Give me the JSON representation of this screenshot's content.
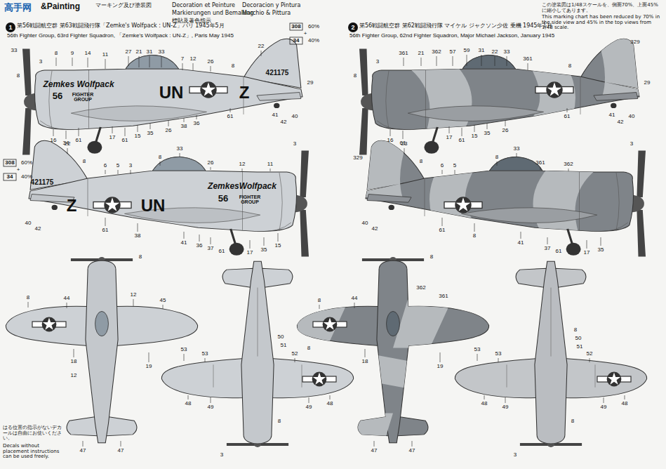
{
  "diagram": {
    "title": "&Painting",
    "nodes": [
      {
        "text": [
          "1"
        ]
      },
      {
        "text": [
          "2"
        ]
      }
    ],
    "labels": [
      "高手网",
      "マーキング及び塗装図",
      "Decoration et Peinture",
      "Decoracion y Pintura",
      "Markierungen und Bemalung",
      "Marchio & Pittura",
      "標貼及著色指示",
      "第56戦闘航空群 第63戦闘飛行隊「Zemke's Wolfpack : UN-Z」パリ 1945年5月",
      "56th Fighter Group, 63rd Fighter Squadron, 「Zemke's Wolfpack : UN-Z」, Paris May 1945",
      "第56戦闘航空群 第62戦闘飛行隊 マイケル ジャクソン少佐 乗機 1945年1月",
      "56th Fighter Group, 62nd Fighter Squadron, Major Michael Jackson, January 1945",
      "この塗装図は1/48スケールを、側面70%、上面45%に縮小してあります。",
      "This marking chart has been reduced by 70% in the side view and 45% in the top views from 1/48 scale.",
      "308",
      "60%",
      "+",
      "34",
      "40%",
      "308",
      "60%",
      "+",
      "34",
      "40%",
      "421175",
      "UN",
      "Z",
      "Zemkes Wolfpack",
      "56",
      "FIGHTER GROUP",
      "421175",
      "Z",
      "UN",
      "ZemkesWolfpack",
      "56",
      "FIGHTER GROUP",
      "33",
      "3",
      "8",
      "8",
      "9",
      "14",
      "11",
      "27",
      "21",
      "31",
      "33",
      "7",
      "12",
      "26",
      "8",
      "22",
      "29",
      "16",
      "34",
      "61",
      "17",
      "61",
      "15",
      "35",
      "26",
      "38",
      "36",
      "61",
      "41",
      "42",
      "40",
      "22",
      "8",
      "6",
      "5",
      "3",
      "33",
      "8",
      "26",
      "12",
      "11",
      "3",
      "40",
      "42",
      "61",
      "38",
      "41",
      "36",
      "37",
      "61",
      "17",
      "35",
      "15",
      "329",
      "3",
      "8",
      "361",
      "21",
      "362",
      "57",
      "59",
      "31",
      "22",
      "33",
      "361",
      "8",
      "29",
      "16",
      "61",
      "17",
      "61",
      "15",
      "35",
      "26",
      "61",
      "41",
      "42",
      "40",
      "329",
      "23",
      "8",
      "33",
      "8",
      "361",
      "362",
      "3",
      "6",
      "5",
      "40",
      "42",
      "61",
      "8",
      "41",
      "37",
      "61",
      "17",
      "35",
      "8",
      "44",
      "12",
      "45",
      "8",
      "18",
      "19",
      "12",
      "47",
      "47",
      "53",
      "53",
      "50",
      "51",
      "52",
      "8",
      "48",
      "49",
      "49",
      "48",
      "3",
      "8",
      "8",
      "362",
      "361",
      "44",
      "8",
      "18",
      "19",
      "47",
      "47",
      "8",
      "50",
      "51",
      "52",
      "53",
      "53",
      "48",
      "49",
      "49",
      "48",
      "3",
      "8",
      "はる位置の指示がないデカールは自由にお使いください。",
      "Decals without placement instructions can be used freely."
    ]
  }
}
